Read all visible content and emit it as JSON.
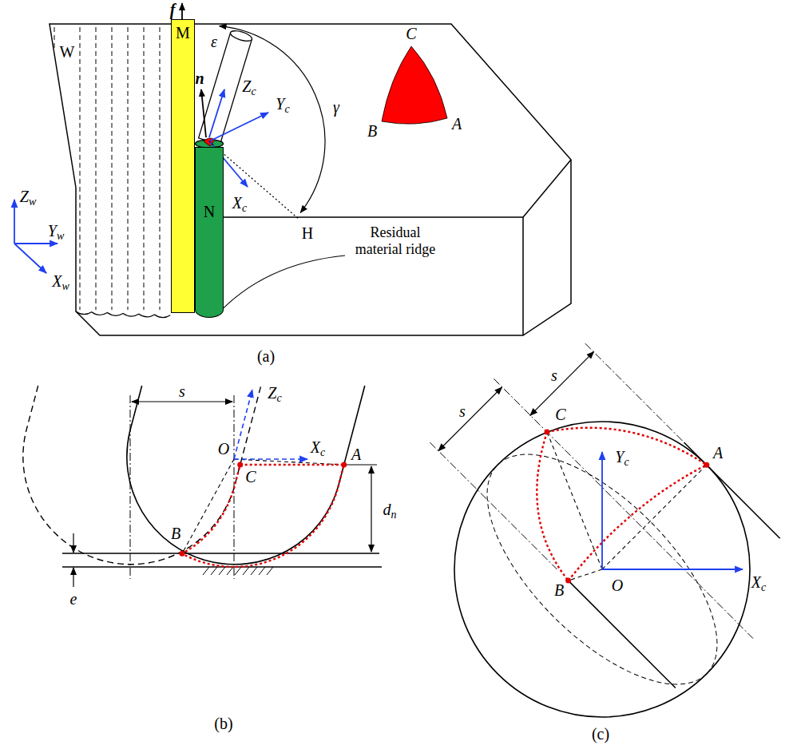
{
  "diagram": {
    "nodes": [
      {
        "text": [
          "M"
        ]
      },
      {
        "text": [
          "N"
        ]
      }
    ],
    "labels": [
      "f",
      "W",
      "ε",
      "n",
      "Zc",
      "Yc",
      "Xc",
      "γ",
      "H",
      "C",
      "B",
      "A",
      "Zw",
      "Yw",
      "Xw",
      "Residual material ridge",
      "(a)",
      "s",
      "O",
      "Zc",
      "Xc",
      "C",
      "A",
      "dn",
      "B",
      "e",
      "(b)",
      "s",
      "s",
      "C",
      "Yc",
      "A",
      "B",
      "O",
      "Xc",
      "(c)"
    ]
  }
}
